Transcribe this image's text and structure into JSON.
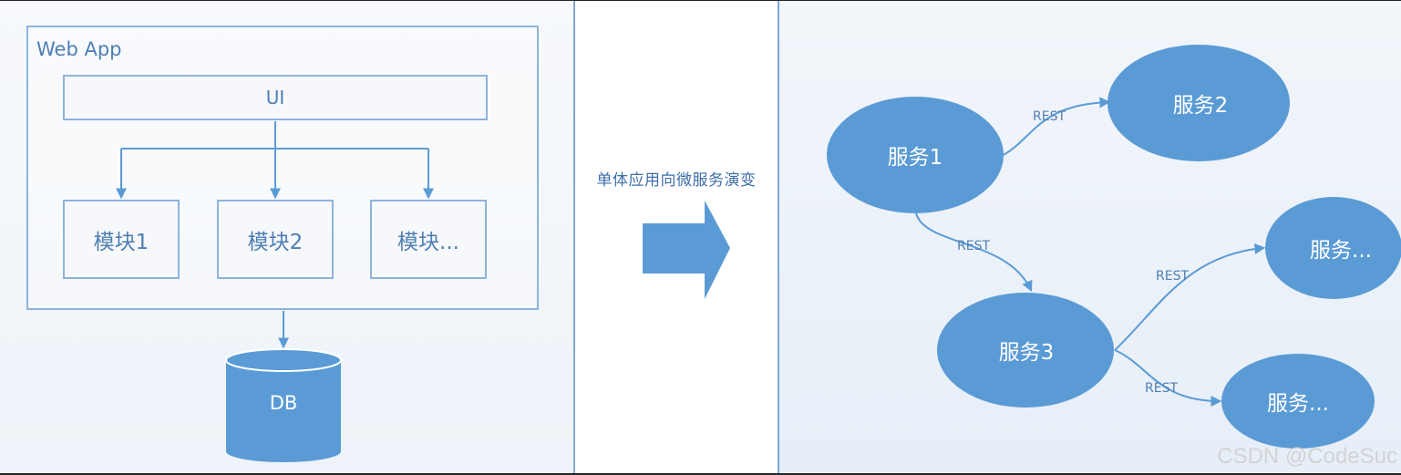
{
  "monolith": {
    "title": "Web App",
    "ui_label": "UI",
    "modules": [
      "模块1",
      "模块2",
      "模块..."
    ],
    "db_label": "DB"
  },
  "transition": {
    "caption": "单体应用向微服务演变"
  },
  "microservices": {
    "services": [
      "服务1",
      "服务2",
      "服务3",
      "服务...",
      "服务..."
    ],
    "edge_label": "REST"
  },
  "watermark": "CSDN @CodeSuc",
  "colors": {
    "line": "#5b9bd5",
    "fill": "#5b9bd5",
    "text": "#4f7fb3",
    "border": "#8fb3dc"
  }
}
